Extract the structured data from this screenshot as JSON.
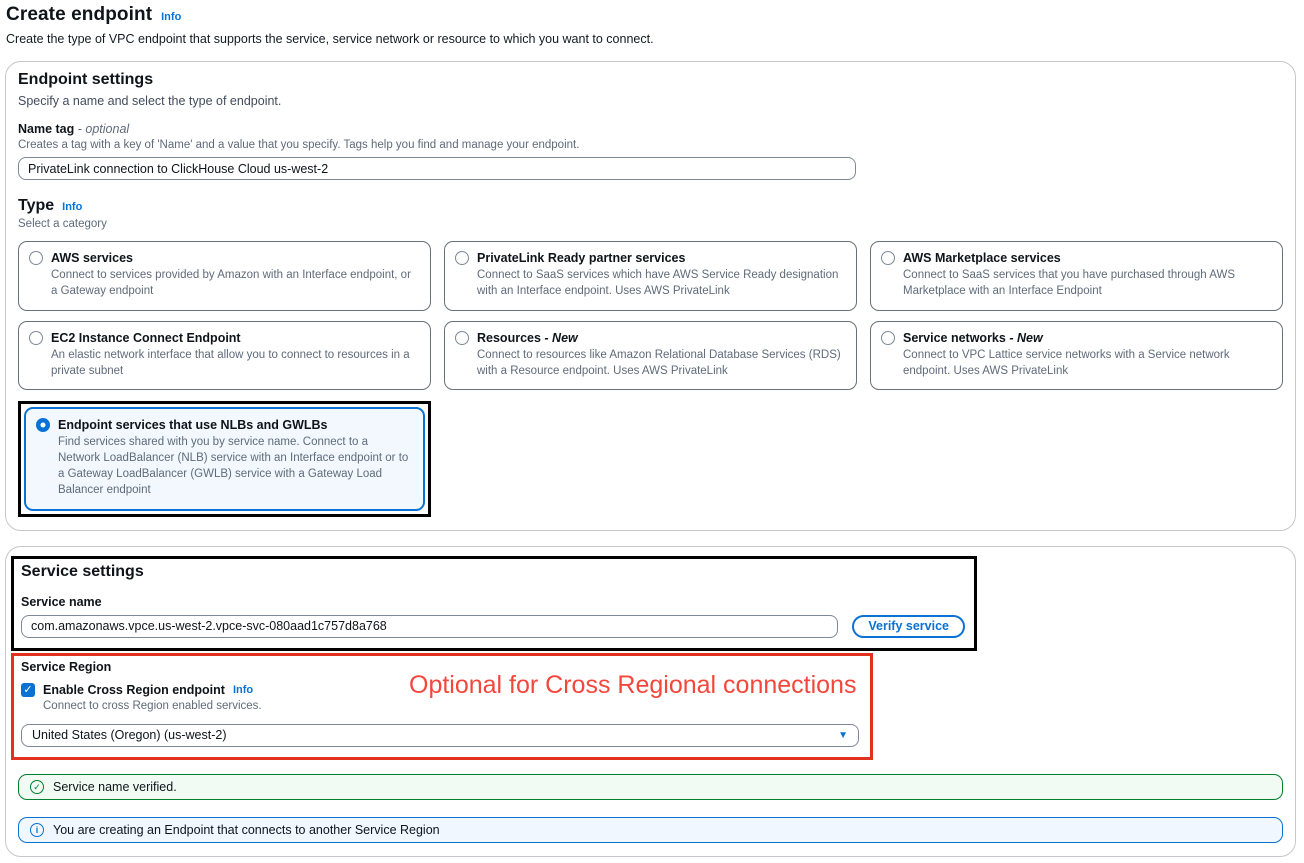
{
  "page": {
    "title": "Create endpoint",
    "title_info": "Info",
    "description": "Create the type of VPC endpoint that supports the service, service network or resource to which you want to connect."
  },
  "colors": {
    "accent_blue": "#0972d3",
    "annotation_black": "#000000",
    "annotation_red_border": "#e0321f",
    "annotation_red_text": "#f5463c",
    "success_green": "#00802f",
    "selected_tile_bg": "#f2f8fd"
  },
  "endpoint_settings": {
    "heading": "Endpoint settings",
    "subheading": "Specify a name and select the type of endpoint.",
    "name_tag": {
      "label": "Name tag",
      "label_suffix": "- optional",
      "description": "Creates a tag with a key of 'Name' and a value that you specify. Tags help you find and manage your endpoint.",
      "value": "PrivateLink connection to ClickHouse Cloud us-west-2"
    },
    "type": {
      "heading": "Type",
      "info": "Info",
      "subheading": "Select a category",
      "tiles": [
        {
          "title": "AWS services",
          "description": "Connect to services provided by Amazon with an Interface endpoint, or a Gateway endpoint"
        },
        {
          "title": "PrivateLink Ready partner services",
          "description": "Connect to SaaS services which have AWS Service Ready designation with an Interface endpoint. Uses AWS PrivateLink"
        },
        {
          "title": "AWS Marketplace services",
          "description": "Connect to SaaS services that you have purchased through AWS Marketplace with an Interface Endpoint"
        },
        {
          "title": "EC2 Instance Connect Endpoint",
          "description": "An elastic network interface that allow you to connect to resources in a private subnet"
        },
        {
          "title": "Resources",
          "title_suffix": "- New",
          "description": "Connect to resources like Amazon Relational Database Services (RDS) with a Resource endpoint. Uses AWS PrivateLink"
        },
        {
          "title": "Service networks",
          "title_suffix": "- New",
          "description": "Connect to VPC Lattice service networks with a Service network endpoint. Uses AWS PrivateLink"
        },
        {
          "title": "Endpoint services that use NLBs and GWLBs",
          "description": "Find services shared with you by service name. Connect to a Network LoadBalancer (NLB) service with an Interface endpoint or to a Gateway LoadBalancer (GWLB) service with a Gateway Load Balancer endpoint"
        }
      ]
    }
  },
  "service_settings": {
    "heading": "Service settings",
    "service_name": {
      "label": "Service name",
      "value": "com.amazonaws.vpce.us-west-2.vpce-svc-080aad1c757d8a768",
      "verify_button": "Verify service"
    },
    "service_region": {
      "label": "Service Region",
      "checkbox_label": "Enable Cross Region endpoint",
      "checkbox_info": "Info",
      "checkbox_checked_glyph": "✓",
      "checkbox_description": "Connect to cross Region enabled services.",
      "region_value": "United States (Oregon) (us-west-2)",
      "caret_glyph": "▼"
    },
    "annotation_note": "Optional for Cross Regional connections",
    "alerts": {
      "success_text": "Service name verified.",
      "success_icon_glyph": "✓",
      "info_text": "You are creating an Endpoint that connects to another Service Region",
      "info_icon_glyph": "i"
    }
  }
}
